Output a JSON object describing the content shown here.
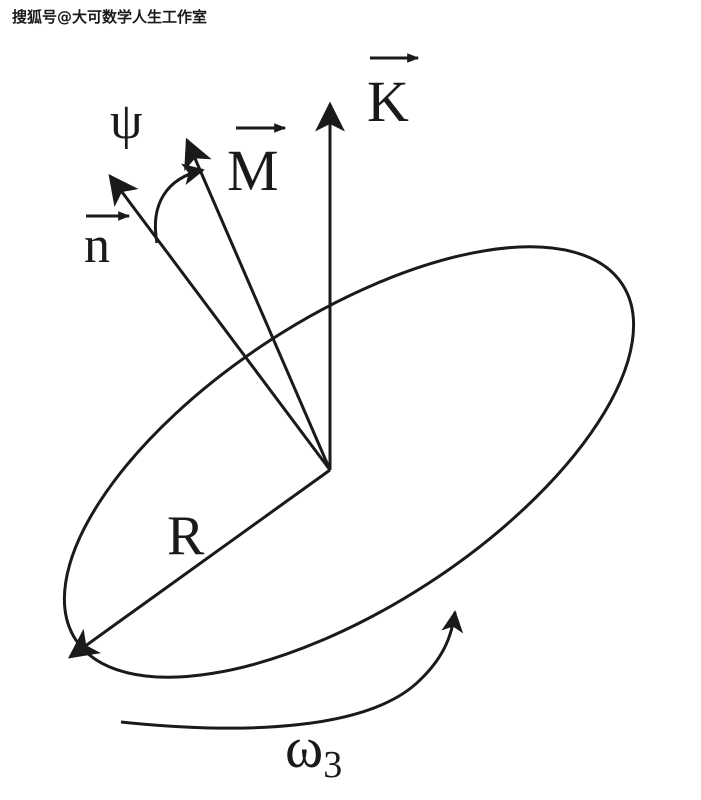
{
  "watermark": "搜狐号@大可数学人生工作室",
  "labels": {
    "psi": "ψ",
    "n": "n",
    "M": "M",
    "K": "K",
    "R": "R",
    "omega": "ω",
    "omega_subscript": "3"
  },
  "colors": {
    "stroke": "#1a1a1a",
    "background": "#ffffff"
  }
}
